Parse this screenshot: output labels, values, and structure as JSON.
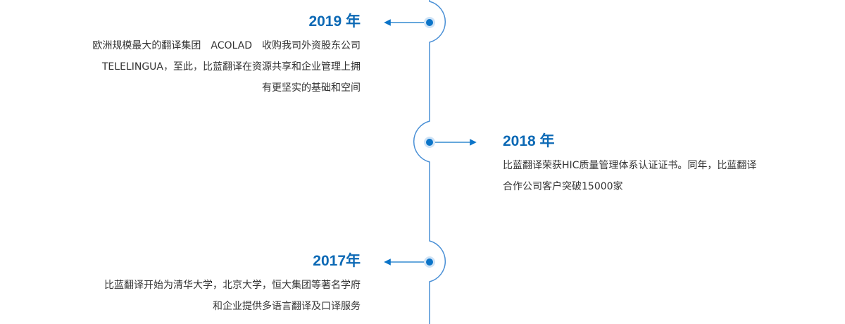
{
  "colors": {
    "accent": "#0c69b5",
    "line": "#4a90d6",
    "dot": "#0b74c8",
    "dot_halo": "#cfe3f6",
    "text": "#333333"
  },
  "timeline": [
    {
      "year": "2019 年",
      "side": "left",
      "lines": [
        "欧洲规模最大的翻译集团　ACOLAD　收购我司外资股东公司",
        "TELELINGUA，至此，比蓝翻译在资源共享和企业管理上拥",
        "有更坚实的基础和空间"
      ]
    },
    {
      "year": "2018 年",
      "side": "right",
      "lines": [
        "比蓝翻译荣获HIC质量管理体系认证证书。同年，比蓝翻译",
        "合作公司客户突破15000家"
      ]
    },
    {
      "year": "2017年",
      "side": "left",
      "lines": [
        "比蓝翻译开始为清华大学，北京大学，恒大集团等著名学府",
        "和企业提供多语言翻译及口译服务"
      ]
    }
  ]
}
